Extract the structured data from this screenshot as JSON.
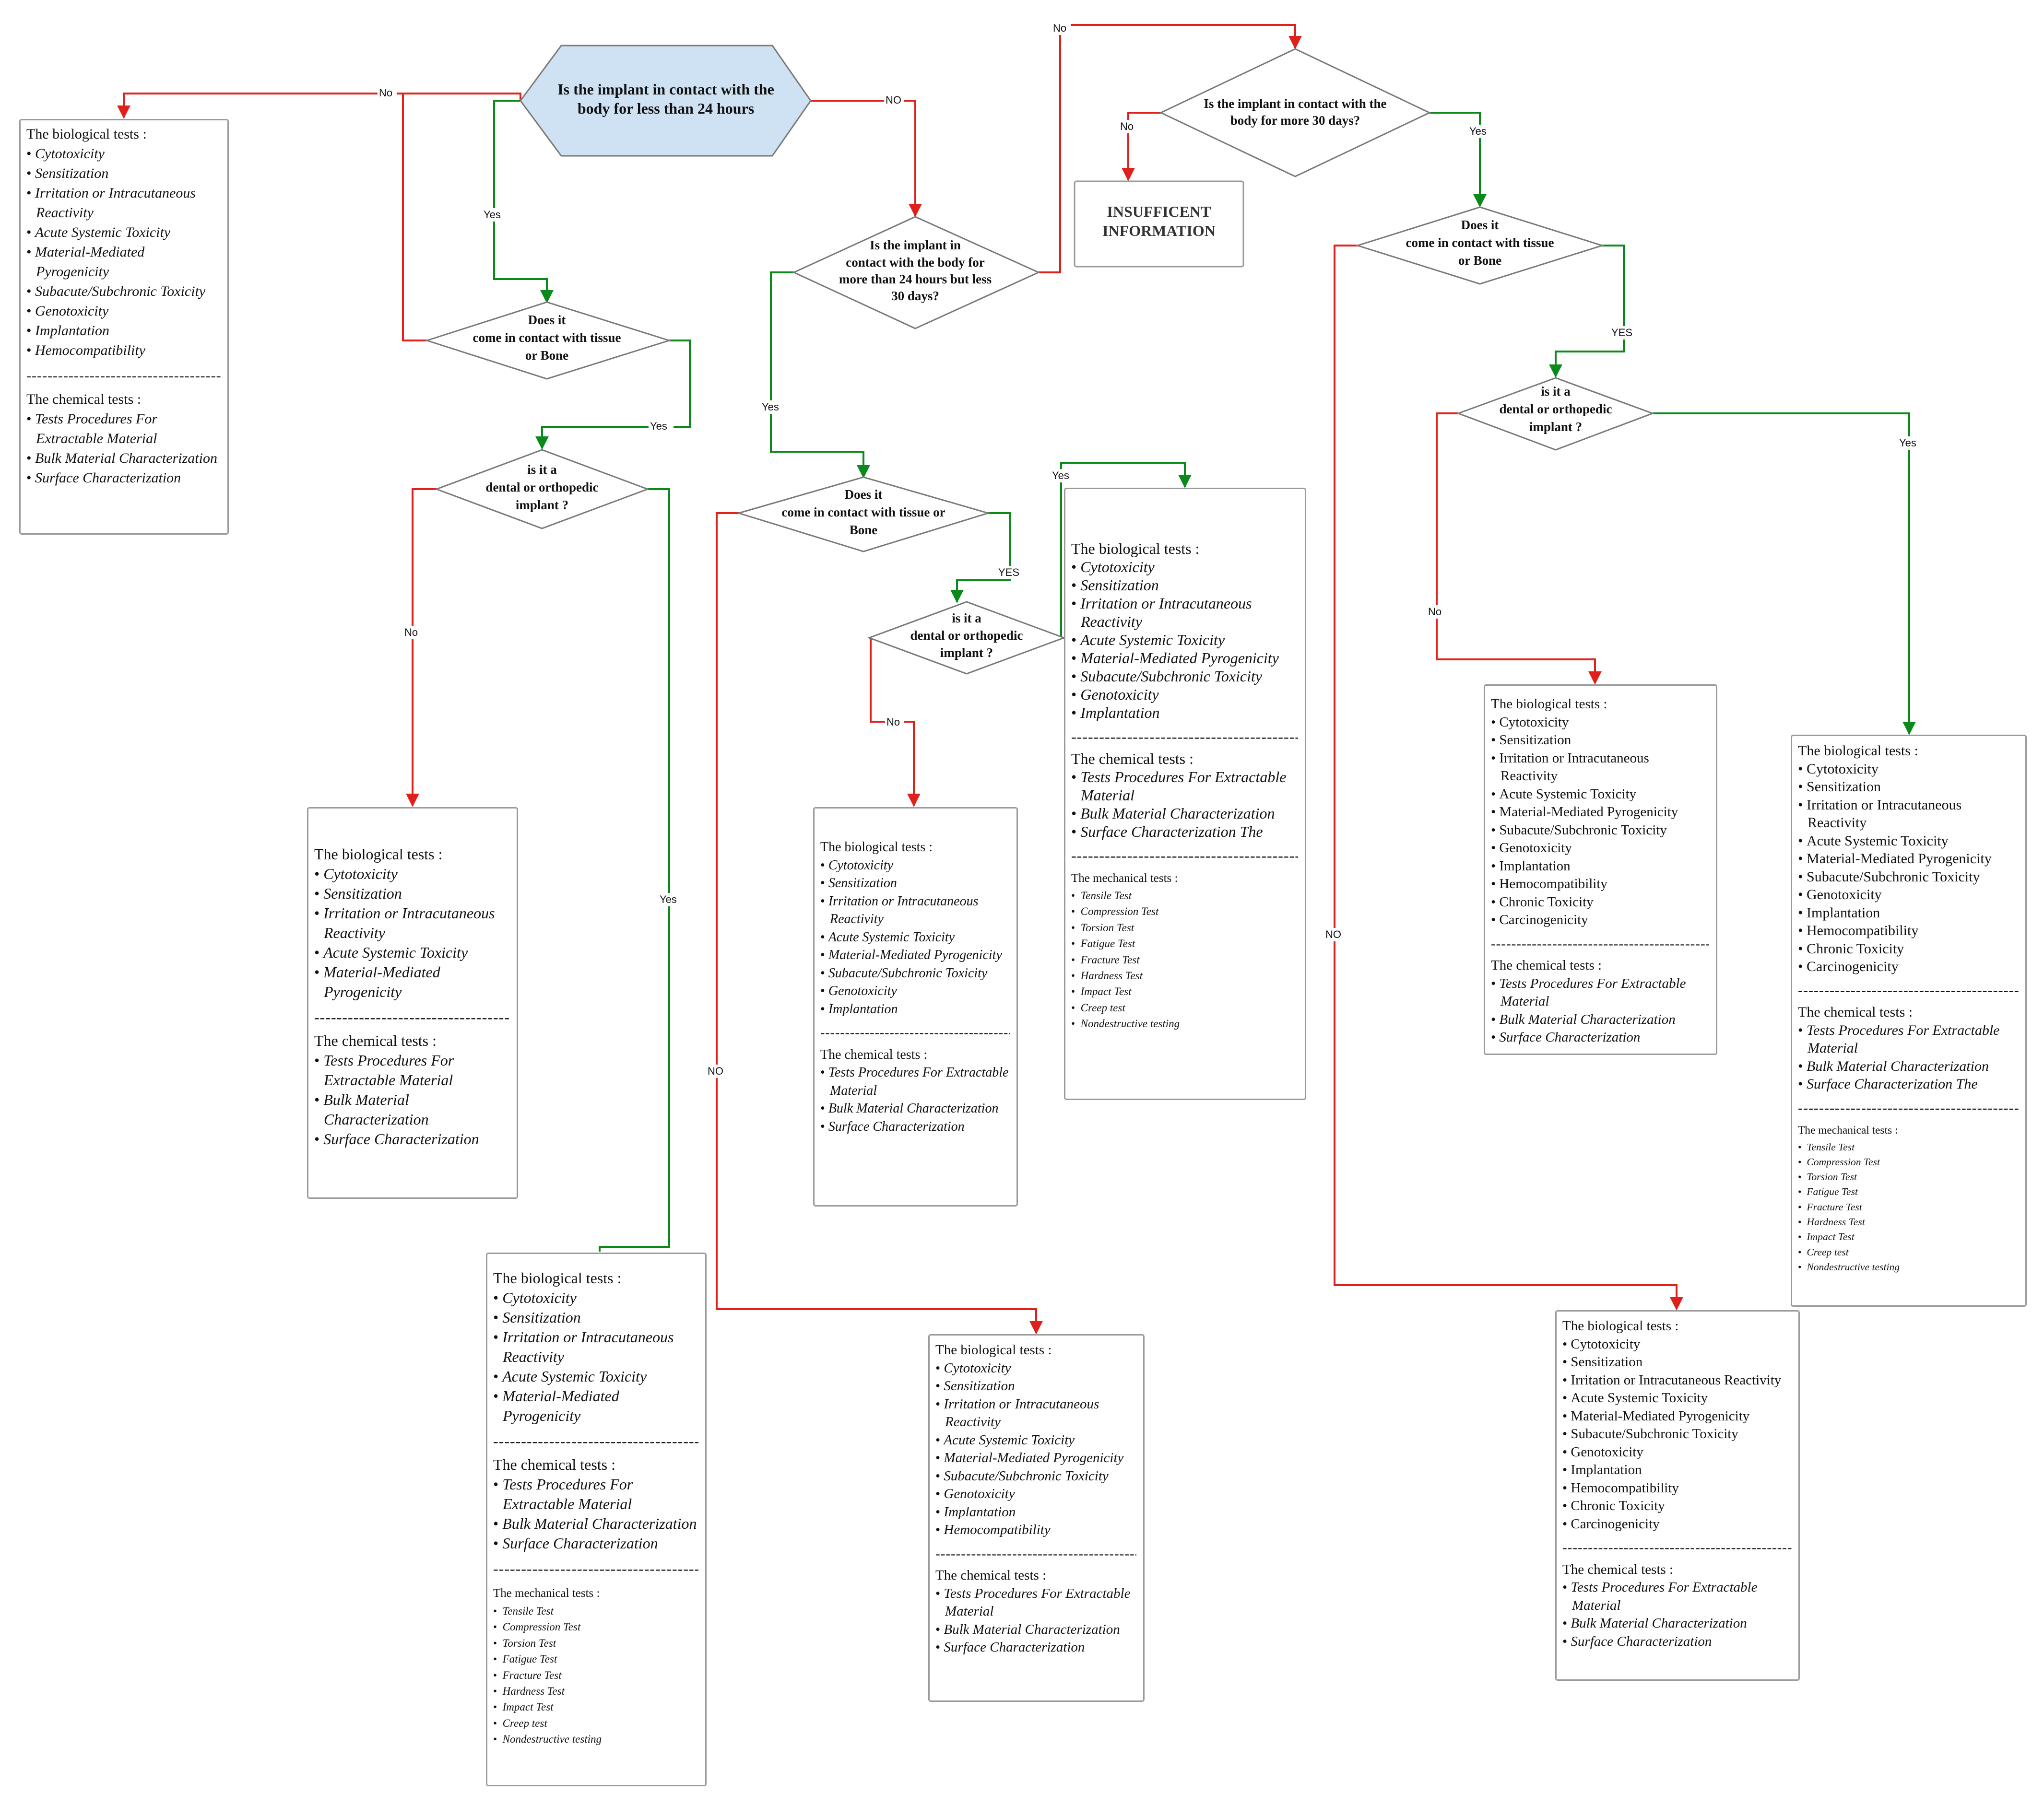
{
  "start": {
    "text": [
      "Is the implant in contact with the",
      "body for less than 24 hours"
    ],
    "fill": "#cfe2f3"
  },
  "colors": {
    "no_line": "#e0201b",
    "yes_line": "#0a8a1b",
    "border": "#9a9a9a"
  },
  "q_tissue_1": [
    "Does it",
    "come in contact with tissue",
    "or Bone"
  ],
  "q_dental_1": [
    "is it a",
    "dental or orthopedic",
    "implant ?"
  ],
  "q_24_30": [
    "Is the implant in",
    "contact with the body for",
    "more  than 24 hours but  less",
    "30 days?"
  ],
  "q_tissue_2": [
    "Does it",
    "come in contact with tissue or",
    "Bone"
  ],
  "q_dental_2": [
    "is it a",
    "dental or orthopedic",
    "implant ?"
  ],
  "q_30": [
    "Is the implant in contact with the",
    "body for more  30 days?"
  ],
  "insufficient": [
    "INSUFFICENT",
    "INFORMATION"
  ],
  "q_tissue_3": [
    "Does it",
    "come in contact with tissue",
    "or Bone"
  ],
  "q_dental_3": [
    "is it a",
    "dental or orthopedic",
    "implant ?"
  ],
  "edge_labels": {
    "start_no_left": "No",
    "start_no_right": "NO",
    "start_yes": "Yes",
    "t1_yes": "Yes",
    "d1_no": "No",
    "d1_yes": "Yes",
    "q24_no": "No",
    "q24_yes": "Yes",
    "t2_yes": "YES",
    "t2_no": "NO",
    "d2_no": "No",
    "d2_yes": "Yes",
    "q30_no": "No",
    "q30_yes": "Yes",
    "t3_yes": "YES",
    "t3_no": "NO",
    "d3_no": "No",
    "d3_yes": "Yes"
  },
  "separator": "-----------------------------------------------------------------------------",
  "box_a": {
    "bio_title": "The biological tests :",
    "bio": [
      "Cytotoxicity",
      "Sensitization",
      "Irritation or Intracutaneous Reactivity",
      "Acute Systemic Toxicity",
      "Material-Mediated Pyrogenicity",
      "Subacute/Subchronic Toxicity",
      "Genotoxicity",
      "Implantation",
      "Hemocompatibility"
    ],
    "chem_title": "The chemical tests :",
    "chem": [
      "Tests Procedures For Extractable Material",
      "Bulk Material Characterization",
      "Surface Characterization"
    ]
  },
  "box_b": {
    "bio_title": "The biological tests :",
    "bio": [
      "Cytotoxicity",
      "Sensitization",
      "Irritation or Intracutaneous Reactivity",
      "Acute Systemic Toxicity",
      "Material-Mediated Pyrogenicity"
    ],
    "chem_title": "The chemical tests :",
    "chem": [
      "Tests Procedures For Extractable Material",
      "Bulk Material Characterization",
      "Surface Characterization"
    ]
  },
  "box_c": {
    "bio_title": "The biological tests :",
    "bio": [
      "Cytotoxicity",
      "Sensitization",
      "Irritation or Intracutaneous Reactivity",
      "Acute Systemic Toxicity",
      "Material-Mediated Pyrogenicity"
    ],
    "chem_title": "The chemical tests :",
    "chem": [
      "Tests Procedures For Extractable Material",
      "Bulk Material Characterization",
      "Surface Characterization"
    ],
    "mech_title": "The mechanical tests :",
    "mech": [
      "Tensile Test",
      "Compression Test",
      "Torsion Test",
      "Fatigue Test",
      "Fracture Test",
      "Hardness Test",
      "Impact Test",
      "Creep test",
      "Nondestructive testing"
    ]
  },
  "box_d": {
    "bio_title": "The biological tests :",
    "bio": [
      "Cytotoxicity",
      "Sensitization",
      "Irritation or Intracutaneous Reactivity",
      "Acute Systemic Toxicity",
      "Material-Mediated Pyrogenicity",
      "Subacute/Subchronic Toxicity",
      "Genotoxicity",
      "Implantation"
    ],
    "chem_title": "The chemical tests :",
    "chem": [
      "Tests Procedures For Extractable Material",
      "Bulk Material Characterization",
      "Surface Characterization"
    ]
  },
  "box_e": {
    "bio_title": "The biological tests :",
    "bio": [
      "Cytotoxicity",
      "Sensitization",
      "Irritation or Intracutaneous Reactivity",
      "Acute Systemic Toxicity",
      "Material-Mediated Pyrogenicity",
      "Subacute/Subchronic Toxicity",
      "Genotoxicity",
      "Implantation"
    ],
    "chem_title": "The chemical tests :",
    "chem": [
      "Tests Procedures For Extractable Material",
      "Bulk Material Characterization",
      "Surface Characterization The"
    ],
    "mech_title": "The mechanical tests :",
    "mech": [
      "Tensile Test",
      "Compression Test",
      "Torsion Test",
      "Fatigue Test",
      "Fracture Test",
      "Hardness Test",
      "Impact Test",
      "Creep test",
      "Nondestructive testing"
    ]
  },
  "box_f": {
    "bio_title": "The biological tests :",
    "bio": [
      "Cytotoxicity",
      "Sensitization",
      "Irritation or Intracutaneous Reactivity",
      "Acute Systemic Toxicity",
      "Material-Mediated Pyrogenicity",
      "Subacute/Subchronic Toxicity",
      "Genotoxicity",
      "Implantation",
      "Hemocompatibility"
    ],
    "chem_title": "The chemical tests :",
    "chem": [
      "Tests Procedures For Extractable Material",
      "Bulk Material Characterization",
      "Surface Characterization"
    ]
  },
  "box_g": {
    "bio_title": "The biological tests :",
    "bio": [
      "Cytotoxicity",
      "Sensitization",
      "Irritation or Intracutaneous Reactivity",
      "Acute Systemic Toxicity",
      "Material-Mediated Pyrogenicity",
      "Subacute/Subchronic Toxicity",
      "Genotoxicity",
      "Implantation",
      "Hemocompatibility",
      "Chronic Toxicity",
      "Carcinogenicity"
    ],
    "chem_title": "The chemical tests :",
    "chem": [
      "Tests Procedures For Extractable Material",
      "Bulk Material Characterization",
      "Surface Characterization"
    ]
  },
  "box_h": {
    "bio_title": "The biological tests :",
    "bio": [
      "Cytotoxicity",
      "Sensitization",
      "Irritation or Intracutaneous Reactivity",
      "Acute Systemic Toxicity",
      "Material-Mediated Pyrogenicity",
      "Subacute/Subchronic Toxicity",
      "Genotoxicity",
      "Implantation",
      "Hemocompatibility",
      "Chronic Toxicity",
      "Carcinogenicity"
    ],
    "chem_title": "The chemical tests :",
    "chem": [
      "Tests Procedures For Extractable Material",
      "Bulk Material Characterization",
      "Surface Characterization The"
    ],
    "mech_title": "The mechanical tests :",
    "mech": [
      "Tensile Test",
      "Compression Test",
      "Torsion Test",
      "Fatigue Test",
      "Fracture Test",
      "Hardness Test",
      "Impact Test",
      "Creep test",
      "Nondestructive testing"
    ]
  },
  "box_i": {
    "bio_title": "The biological tests :",
    "bio": [
      "Cytotoxicity",
      "Sensitization",
      "Irritation or Intracutaneous Reactivity",
      "Acute Systemic Toxicity",
      "Material-Mediated Pyrogenicity",
      "Subacute/Subchronic Toxicity",
      "Genotoxicity",
      "Implantation",
      "Hemocompatibility",
      "Chronic Toxicity",
      "Carcinogenicity"
    ],
    "chem_title": "The chemical tests :",
    "chem": [
      "Tests Procedures For Extractable Material",
      "Bulk Material Characterization",
      "Surface Characterization"
    ]
  }
}
